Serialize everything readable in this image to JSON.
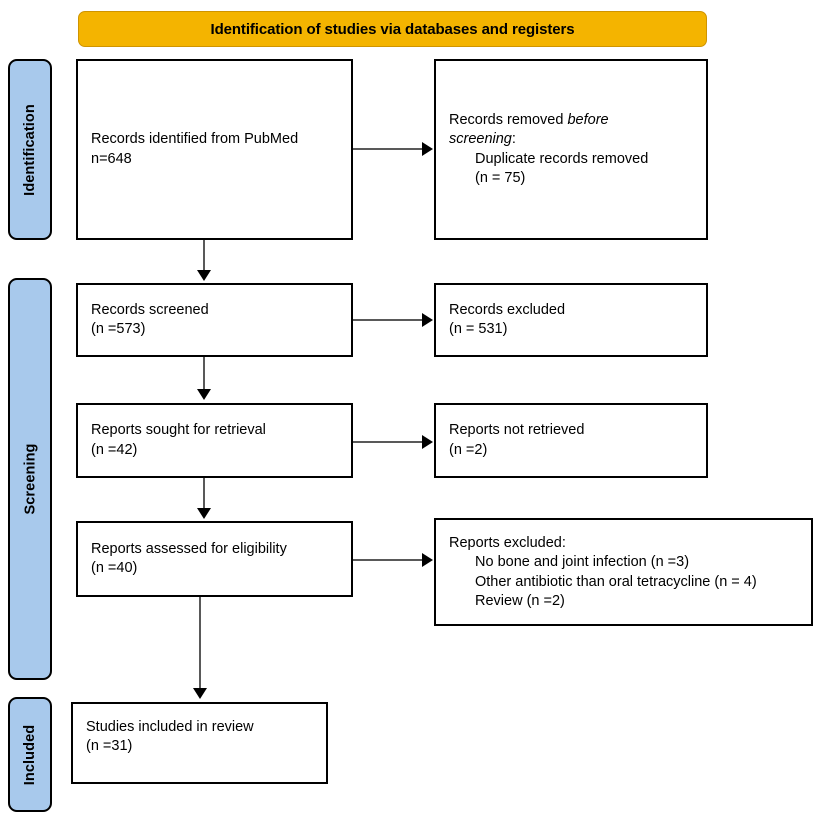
{
  "figure": {
    "type": "prisma-flow-diagram",
    "banner": {
      "label": "Identification of studies via databases and registers",
      "color": "#f4b400"
    },
    "stages": [
      {
        "key": "identification",
        "label": "Identification",
        "color": "#a8c9ec"
      },
      {
        "key": "screening",
        "label": "Screening",
        "color": "#a8c9ec"
      },
      {
        "key": "included",
        "label": "Included",
        "color": "#a8c9ec"
      }
    ],
    "boxes": {
      "identified": {
        "line1": "Records identified from PubMed",
        "line2": "n=648"
      },
      "removed_before_screening": {
        "line1a": "Records removed ",
        "line1b": "before",
        "line2a": "screening",
        "line2b": ":",
        "line3": "Duplicate records removed",
        "line4": "(n = 75)"
      },
      "records_screened": {
        "line1": "Records screened",
        "line2": "(n =573)"
      },
      "records_excluded": {
        "line1": "Records excluded",
        "line2": "(n = 531)"
      },
      "reports_sought": {
        "line1": "Reports sought for retrieval",
        "line2": "(n =42)"
      },
      "reports_not_retrieved": {
        "line1": "Reports not retrieved",
        "line2": "(n =2)"
      },
      "reports_assessed": {
        "line1": "Reports assessed for eligibility",
        "line2": "(n =40)"
      },
      "reports_excluded": {
        "line1": "Reports excluded:",
        "line2": "No bone and joint infection (n =3)",
        "line3": "Other antibiotic than oral tetracycline (n = 4)",
        "line4": "Review (n =2)"
      },
      "studies_included": {
        "line1": "Studies included in review",
        "line2": "(n =31)"
      }
    }
  }
}
